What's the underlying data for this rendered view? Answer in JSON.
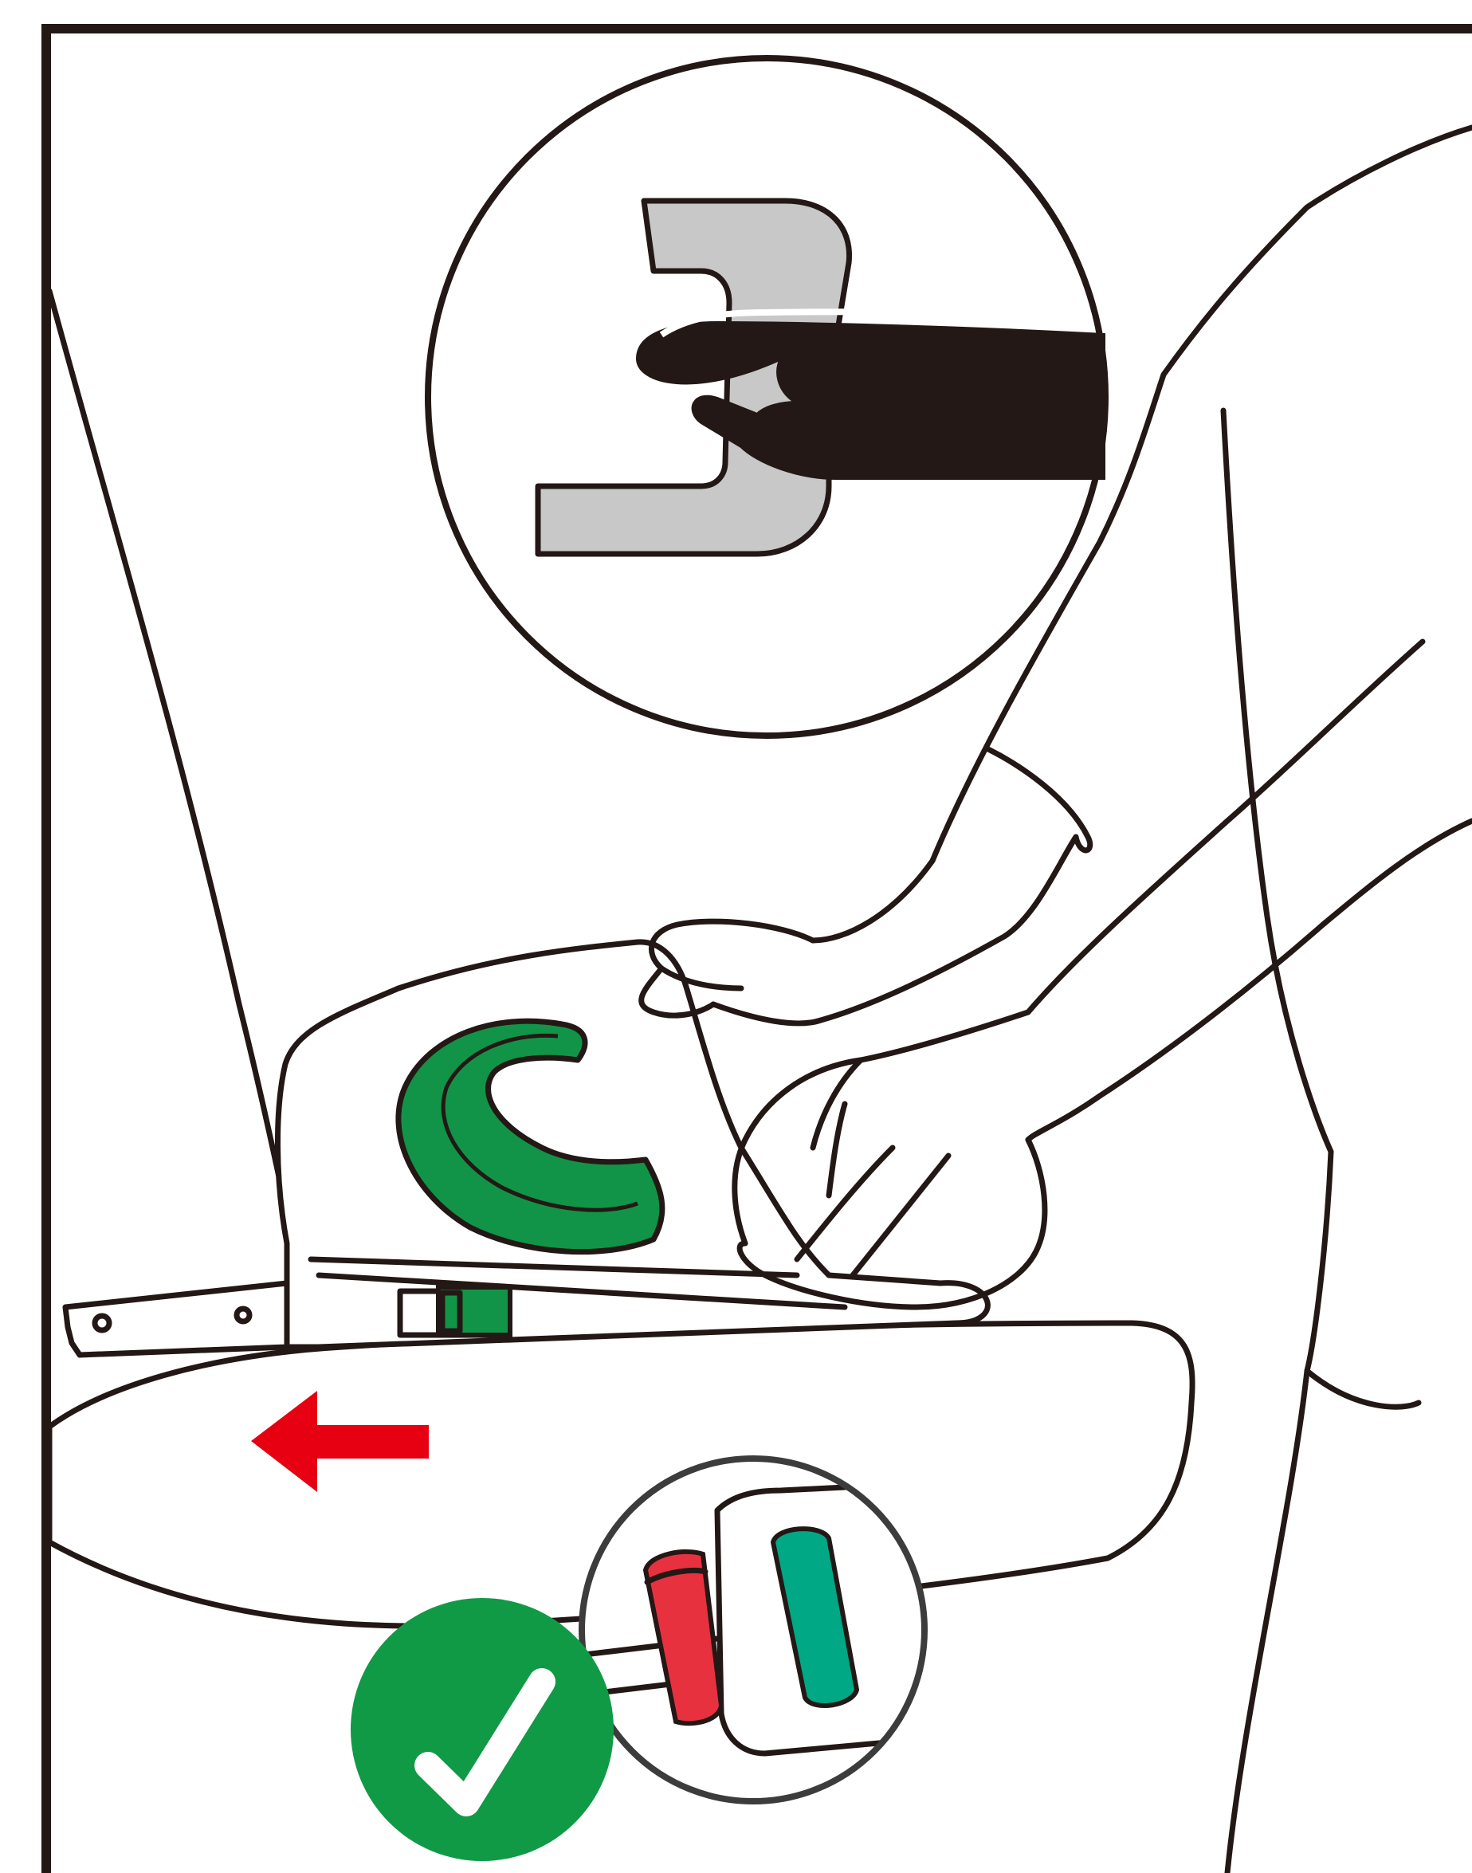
{
  "figure": {
    "kind": "installation-instruction-illustration",
    "palette": {
      "outline": "#231815",
      "background": "#ffffff",
      "handle_green": "#119447",
      "arrow_red": "#e60012",
      "indicator_red": "#e8313f",
      "indicator_green": "#00a886",
      "check_badge": "#109a46",
      "anchor_bar_grey": "#c8c8c8"
    },
    "icons": {
      "direction_arrow": "arrow-left-icon",
      "confirmation": "checkmark-icon"
    },
    "callouts": {
      "top": "anchor-hook-engaged-detail",
      "bottom": "red-green-indicator-detail"
    }
  }
}
